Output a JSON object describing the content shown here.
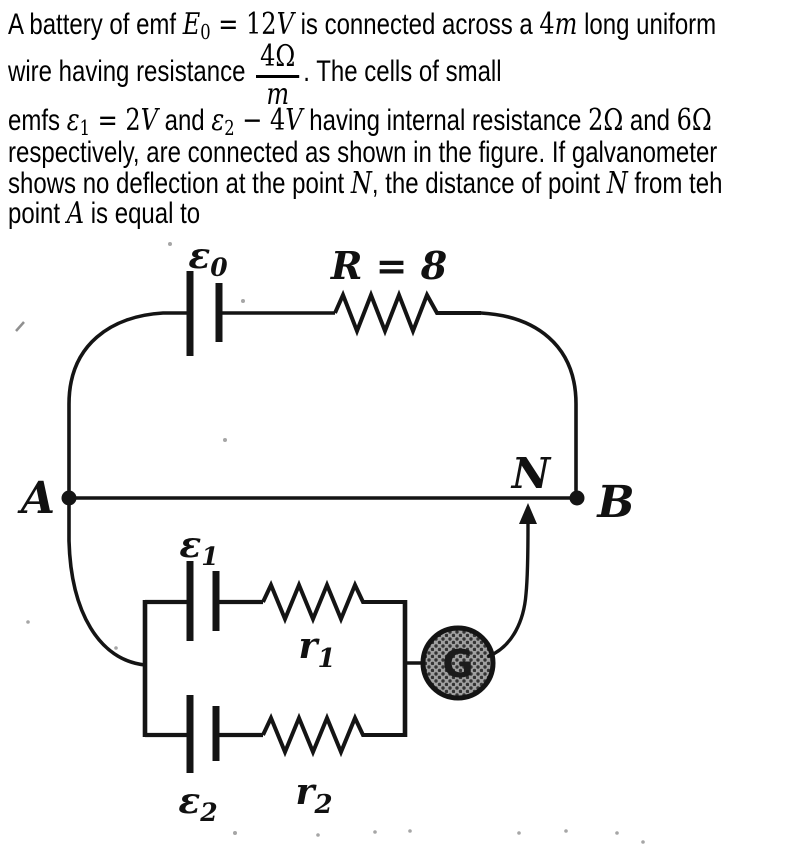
{
  "problem": {
    "lines": [
      {
        "segments": [
          {
            "t": "A battery of emf ",
            "s": "sans"
          },
          {
            "t": "E",
            "s": "it"
          },
          {
            "t": "0",
            "s": "sub"
          },
          {
            "t": " = 12",
            "s": "up"
          },
          {
            "t": "V",
            "s": "it"
          },
          {
            "t": " is connected across a ",
            "s": "sans"
          },
          {
            "t": "4",
            "s": "up"
          },
          {
            "t": "m",
            "s": "it"
          },
          {
            "t": " long uniform",
            "s": "sans"
          }
        ]
      },
      {
        "segments": [
          {
            "t": "wire having resistance ",
            "s": "sans"
          },
          {
            "frac": {
              "num": [
                {
                  "t": "4Ω",
                  "s": "up"
                }
              ],
              "den": [
                {
                  "t": "m",
                  "s": "it"
                }
              ]
            }
          },
          {
            "t": ". The cells of small",
            "s": "sans"
          }
        ]
      },
      {
        "segments": [
          {
            "t": "emfs ",
            "s": "sans"
          },
          {
            "t": "ε",
            "s": "it"
          },
          {
            "t": "1",
            "s": "sub"
          },
          {
            "t": " = 2",
            "s": "up"
          },
          {
            "t": "V",
            "s": "it"
          },
          {
            "t": " and ",
            "s": "sans"
          },
          {
            "t": "ε",
            "s": "it"
          },
          {
            "t": "2",
            "s": "sub"
          },
          {
            "t": " − 4",
            "s": "up"
          },
          {
            "t": "V",
            "s": "it"
          },
          {
            "t": " having internal resistance ",
            "s": "sans"
          },
          {
            "t": "2Ω",
            "s": "up"
          },
          {
            "t": " and ",
            "s": "sans"
          },
          {
            "t": "6Ω",
            "s": "up"
          }
        ]
      },
      {
        "segments": [
          {
            "t": "respectively, are connected as shown in the figure. If galvanometer",
            "s": "sans"
          }
        ]
      },
      {
        "segments": [
          {
            "t": "shows no deflection at the point ",
            "s": "sans"
          },
          {
            "t": "N",
            "s": "it"
          },
          {
            "t": ", the distance of point ",
            "s": "sans"
          },
          {
            "t": "N",
            "s": "it"
          },
          {
            "t": " from teh",
            "s": "sans"
          }
        ]
      },
      {
        "segments": [
          {
            "t": "point ",
            "s": "sans"
          },
          {
            "t": "A",
            "s": "it"
          },
          {
            "t": " is equal to",
            "s": "sans"
          }
        ]
      }
    ]
  },
  "figure": {
    "labels": {
      "battery_emf": {
        "main": "ε",
        "sub": "0"
      },
      "resistor_R": "R = 8",
      "point_A": "A",
      "point_B": "B",
      "point_N": "N",
      "cell_1": {
        "main": "ε",
        "sub": "1"
      },
      "internal_r1": {
        "main": "r",
        "sub": "1"
      },
      "cell_2": {
        "main": "ε",
        "sub": "2"
      },
      "internal_r2": {
        "main": "r",
        "sub": "2"
      },
      "galvanometer": "G"
    },
    "colors": {
      "ink": "#141414",
      "label_ink": "#111111",
      "galvo_fill": "#a0a0a0",
      "galvo_dots": "#333333",
      "background": "#ffffff"
    }
  }
}
